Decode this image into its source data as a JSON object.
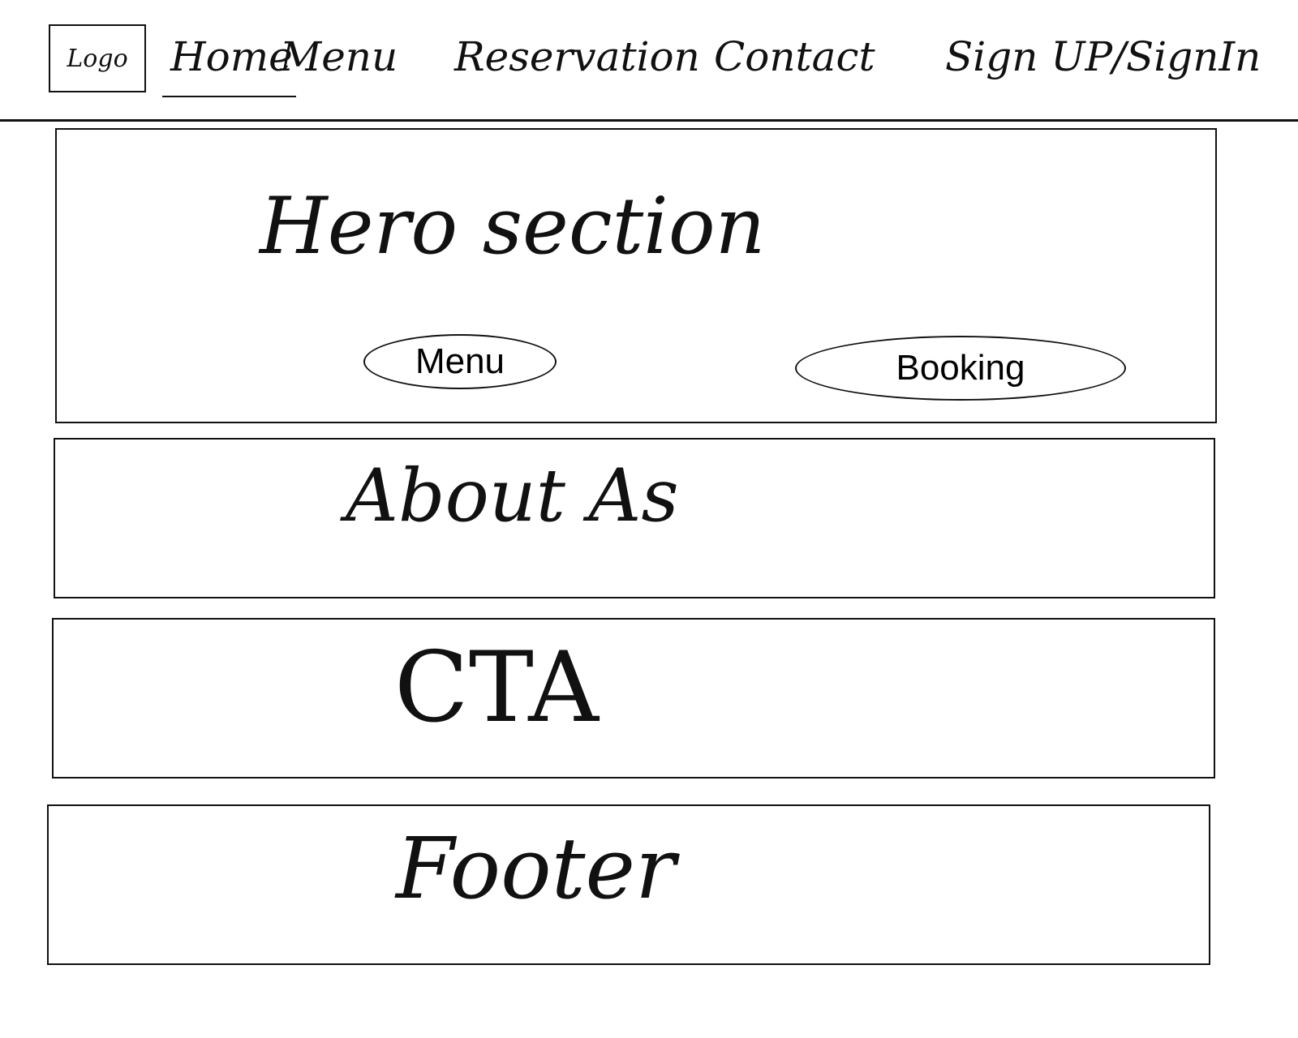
{
  "nav": {
    "logo": "Logo",
    "items": [
      {
        "label": "Home",
        "active": true
      },
      {
        "label": "Menu"
      },
      {
        "label": "Reservation"
      },
      {
        "label": "Contact"
      },
      {
        "label": "Sign UP/SignIn"
      }
    ]
  },
  "hero": {
    "title": "Hero section",
    "buttons": {
      "menu": "Menu",
      "booking": "Booking"
    }
  },
  "about": {
    "title": "About As"
  },
  "cta": {
    "title": "CTA"
  },
  "footer": {
    "title": "Footer"
  }
}
